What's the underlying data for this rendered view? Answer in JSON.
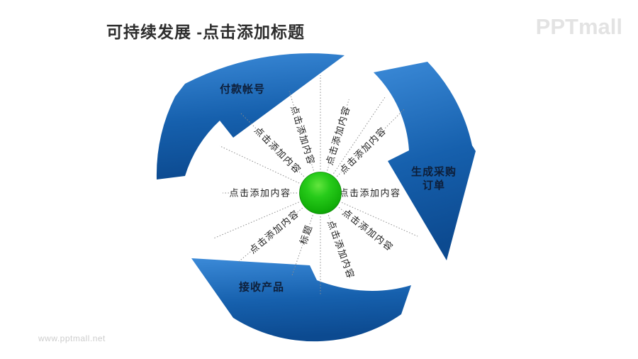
{
  "slide": {
    "title": "可持续发展 -点击添加标题",
    "brand_logo": "PPTmall",
    "watermark": "www.pptmall.net"
  },
  "diagram": {
    "arrows": [
      {
        "id": "payment",
        "label": "付款帐号"
      },
      {
        "id": "purchase-order",
        "lines": [
          "生成采购",
          "订单"
        ]
      },
      {
        "id": "receive",
        "label": "接收产品"
      }
    ],
    "spoke_placeholder": "点击添加内容",
    "spokes": [
      {
        "angle": 0,
        "label": "点击添加内容",
        "line_r": 112,
        "text_r": 70
      },
      {
        "angle": 24,
        "label": "",
        "line_r": 150
      },
      {
        "angle": 38,
        "label": "点击添加内容",
        "line_r": 128
      },
      {
        "angle": 70,
        "label": "点击添加内容",
        "line_r": 126
      },
      {
        "angle": 90,
        "label": "",
        "line_r": 144
      },
      {
        "angle": 109,
        "label": "标题",
        "line_r": 125,
        "text_r": 62
      },
      {
        "angle": 140,
        "label": "点击添加内容",
        "line_r": 152
      },
      {
        "angle": 157,
        "label": "",
        "line_r": 165
      },
      {
        "angle": 180,
        "label": "点击添加内容",
        "line_r": 138,
        "text_r": 85
      },
      {
        "angle": 205,
        "label": "",
        "line_r": 157
      },
      {
        "angle": 225,
        "label": "点击添加内容",
        "line_r": 160
      },
      {
        "angle": 253,
        "label": "点击添加内容",
        "line_r": 150
      },
      {
        "angle": 270,
        "label": "",
        "line_r": 166
      },
      {
        "angle": 287,
        "label": "点击添加内容",
        "line_r": 138
      },
      {
        "angle": 304,
        "label": "",
        "line_r": 163
      },
      {
        "angle": 315,
        "label": "点击添加内容",
        "line_r": 168
      }
    ],
    "colors": {
      "arrow_blue_light": "#3B8AD8",
      "arrow_blue_mid": "#1660AD",
      "arrow_blue_dark": "#0C4A90",
      "arrow_label_text": "#0E1E38",
      "center_green": "#1EC814",
      "center_green_dark": "#0A8F04",
      "spoke_line": "#8C8C8C",
      "spoke_text": "#1D1D1D",
      "title_text": "#2D2D2D",
      "logo_text": "#E3E3E3",
      "watermark_text": "#CDCDCD"
    }
  }
}
